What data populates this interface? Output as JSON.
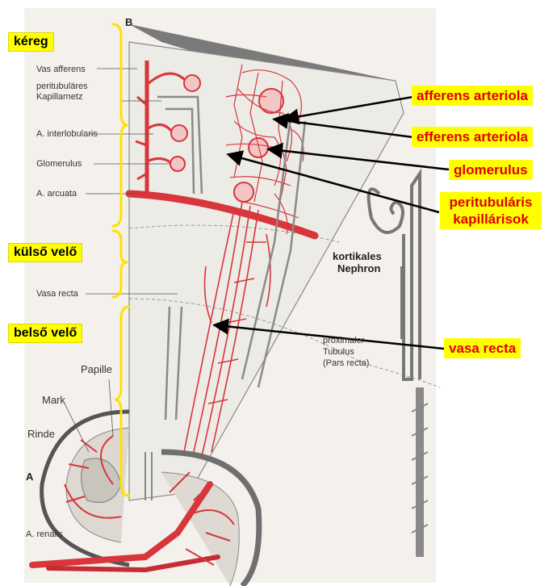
{
  "figure_label_b": "B",
  "figure_label_a": "A",
  "left_labels": {
    "vas_afferens": "Vas afferens",
    "peritubular_1": "peritubuläres",
    "peritubular_2": "Kapillarnetz",
    "a_interlobularis": "A. interlobularis",
    "glomerulus": "Glomerulus",
    "a_arcuata": "A. arcuata",
    "vasa_recta": "Vasa recta",
    "papille": "Papille",
    "mark": "Mark",
    "rinde": "Rinde",
    "a_renalis": "A. renalis"
  },
  "right_labels": {
    "kortikales": "kortikales",
    "nephron": "Nephron",
    "proximaler": "proximaler",
    "tubulus": "Tubulus",
    "pars_recta": "(Pars recta)"
  },
  "zone_boxes": {
    "kereg": "kéreg",
    "kulso_velo": "külső velő",
    "belso_velo": "belső velő"
  },
  "callouts": {
    "afferens_arteriola": "afferens arteriola",
    "efferens_arteriola": "efferens arteriola",
    "glomerulus": "glomerulus",
    "peritubularis_1": "peritubuláris",
    "peritubularis_2": "kapillárisok",
    "vasa_recta": "vasa recta"
  },
  "colors": {
    "vessel": "#d8363a",
    "highlight": "#ffff00",
    "callout_text": "#e00000",
    "bracket": "#ffe100"
  }
}
